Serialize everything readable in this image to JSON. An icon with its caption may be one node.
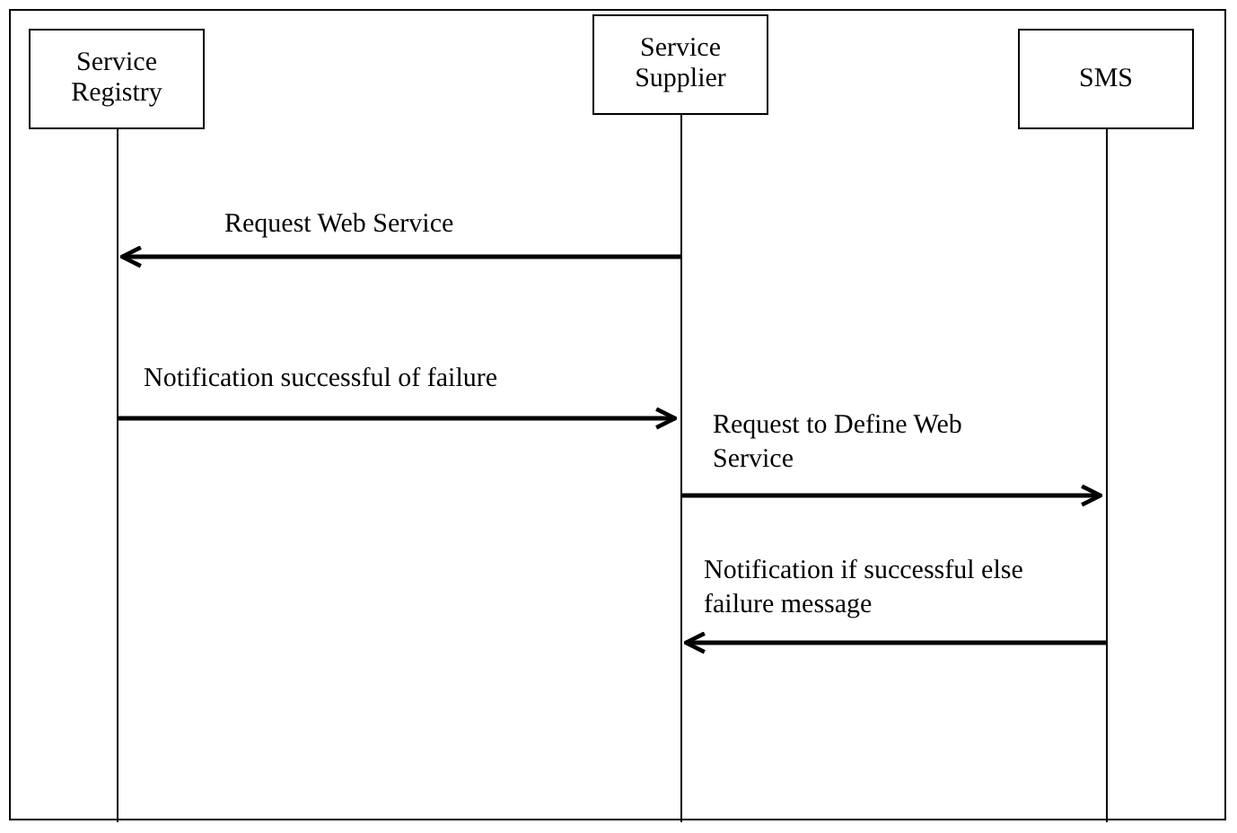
{
  "diagram": {
    "nodes": [
      {
        "text": [
          "Service Registry"
        ]
      },
      {
        "text": [
          "Service Supplier"
        ]
      },
      {
        "text": [
          "SMS"
        ]
      }
    ],
    "edges": [
      {
        "from": 1,
        "to": 0,
        "arrow": "to",
        "label": "Request Web Service"
      },
      {
        "from": 0,
        "to": 1,
        "arrow": "to",
        "label": "Notification successful of failure"
      },
      {
        "from": 1,
        "to": 2,
        "arrow": "to",
        "label": "Request to Define Web Service"
      },
      {
        "from": 2,
        "to": 1,
        "arrow": "to",
        "label": "Notification if successful else failure message"
      }
    ]
  }
}
